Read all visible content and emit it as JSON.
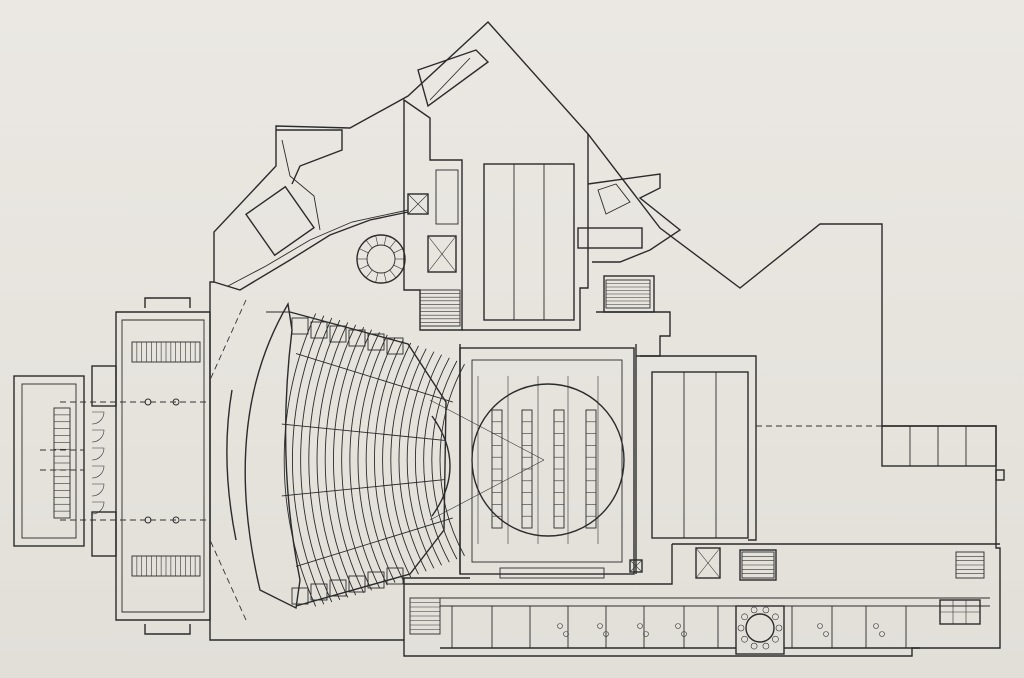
{
  "drawing": {
    "type": "architectural floor plan",
    "ink_color": "#2b2b2b",
    "paper_color": "#e9e6e1"
  },
  "auditorium": {
    "seat_rows": 20,
    "stage_shape": "circular revolving stage"
  }
}
